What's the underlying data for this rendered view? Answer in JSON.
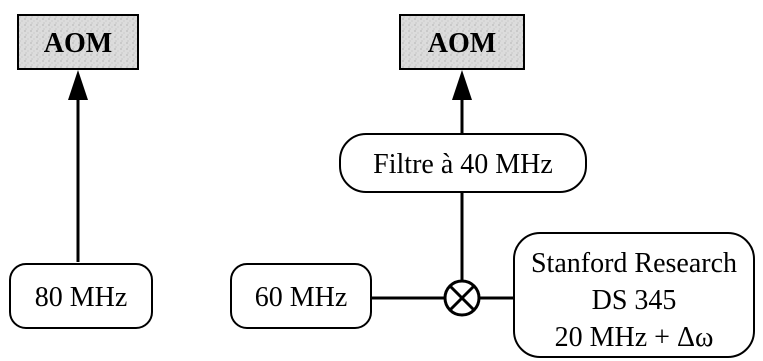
{
  "diagram": {
    "left_chain": {
      "source_label": "80 MHz",
      "target_label": "AOM"
    },
    "right_chain": {
      "source_label": "60 MHz",
      "filter_label": "Filtre à 40 MHz",
      "target_label": "AOM",
      "generator_lines": [
        "Stanford Research",
        "DS 345",
        "20 MHz + Δω"
      ]
    },
    "colors": {
      "stroke": "#000000",
      "aom_fill": "#d9d9d9",
      "background": "#ffffff"
    }
  }
}
